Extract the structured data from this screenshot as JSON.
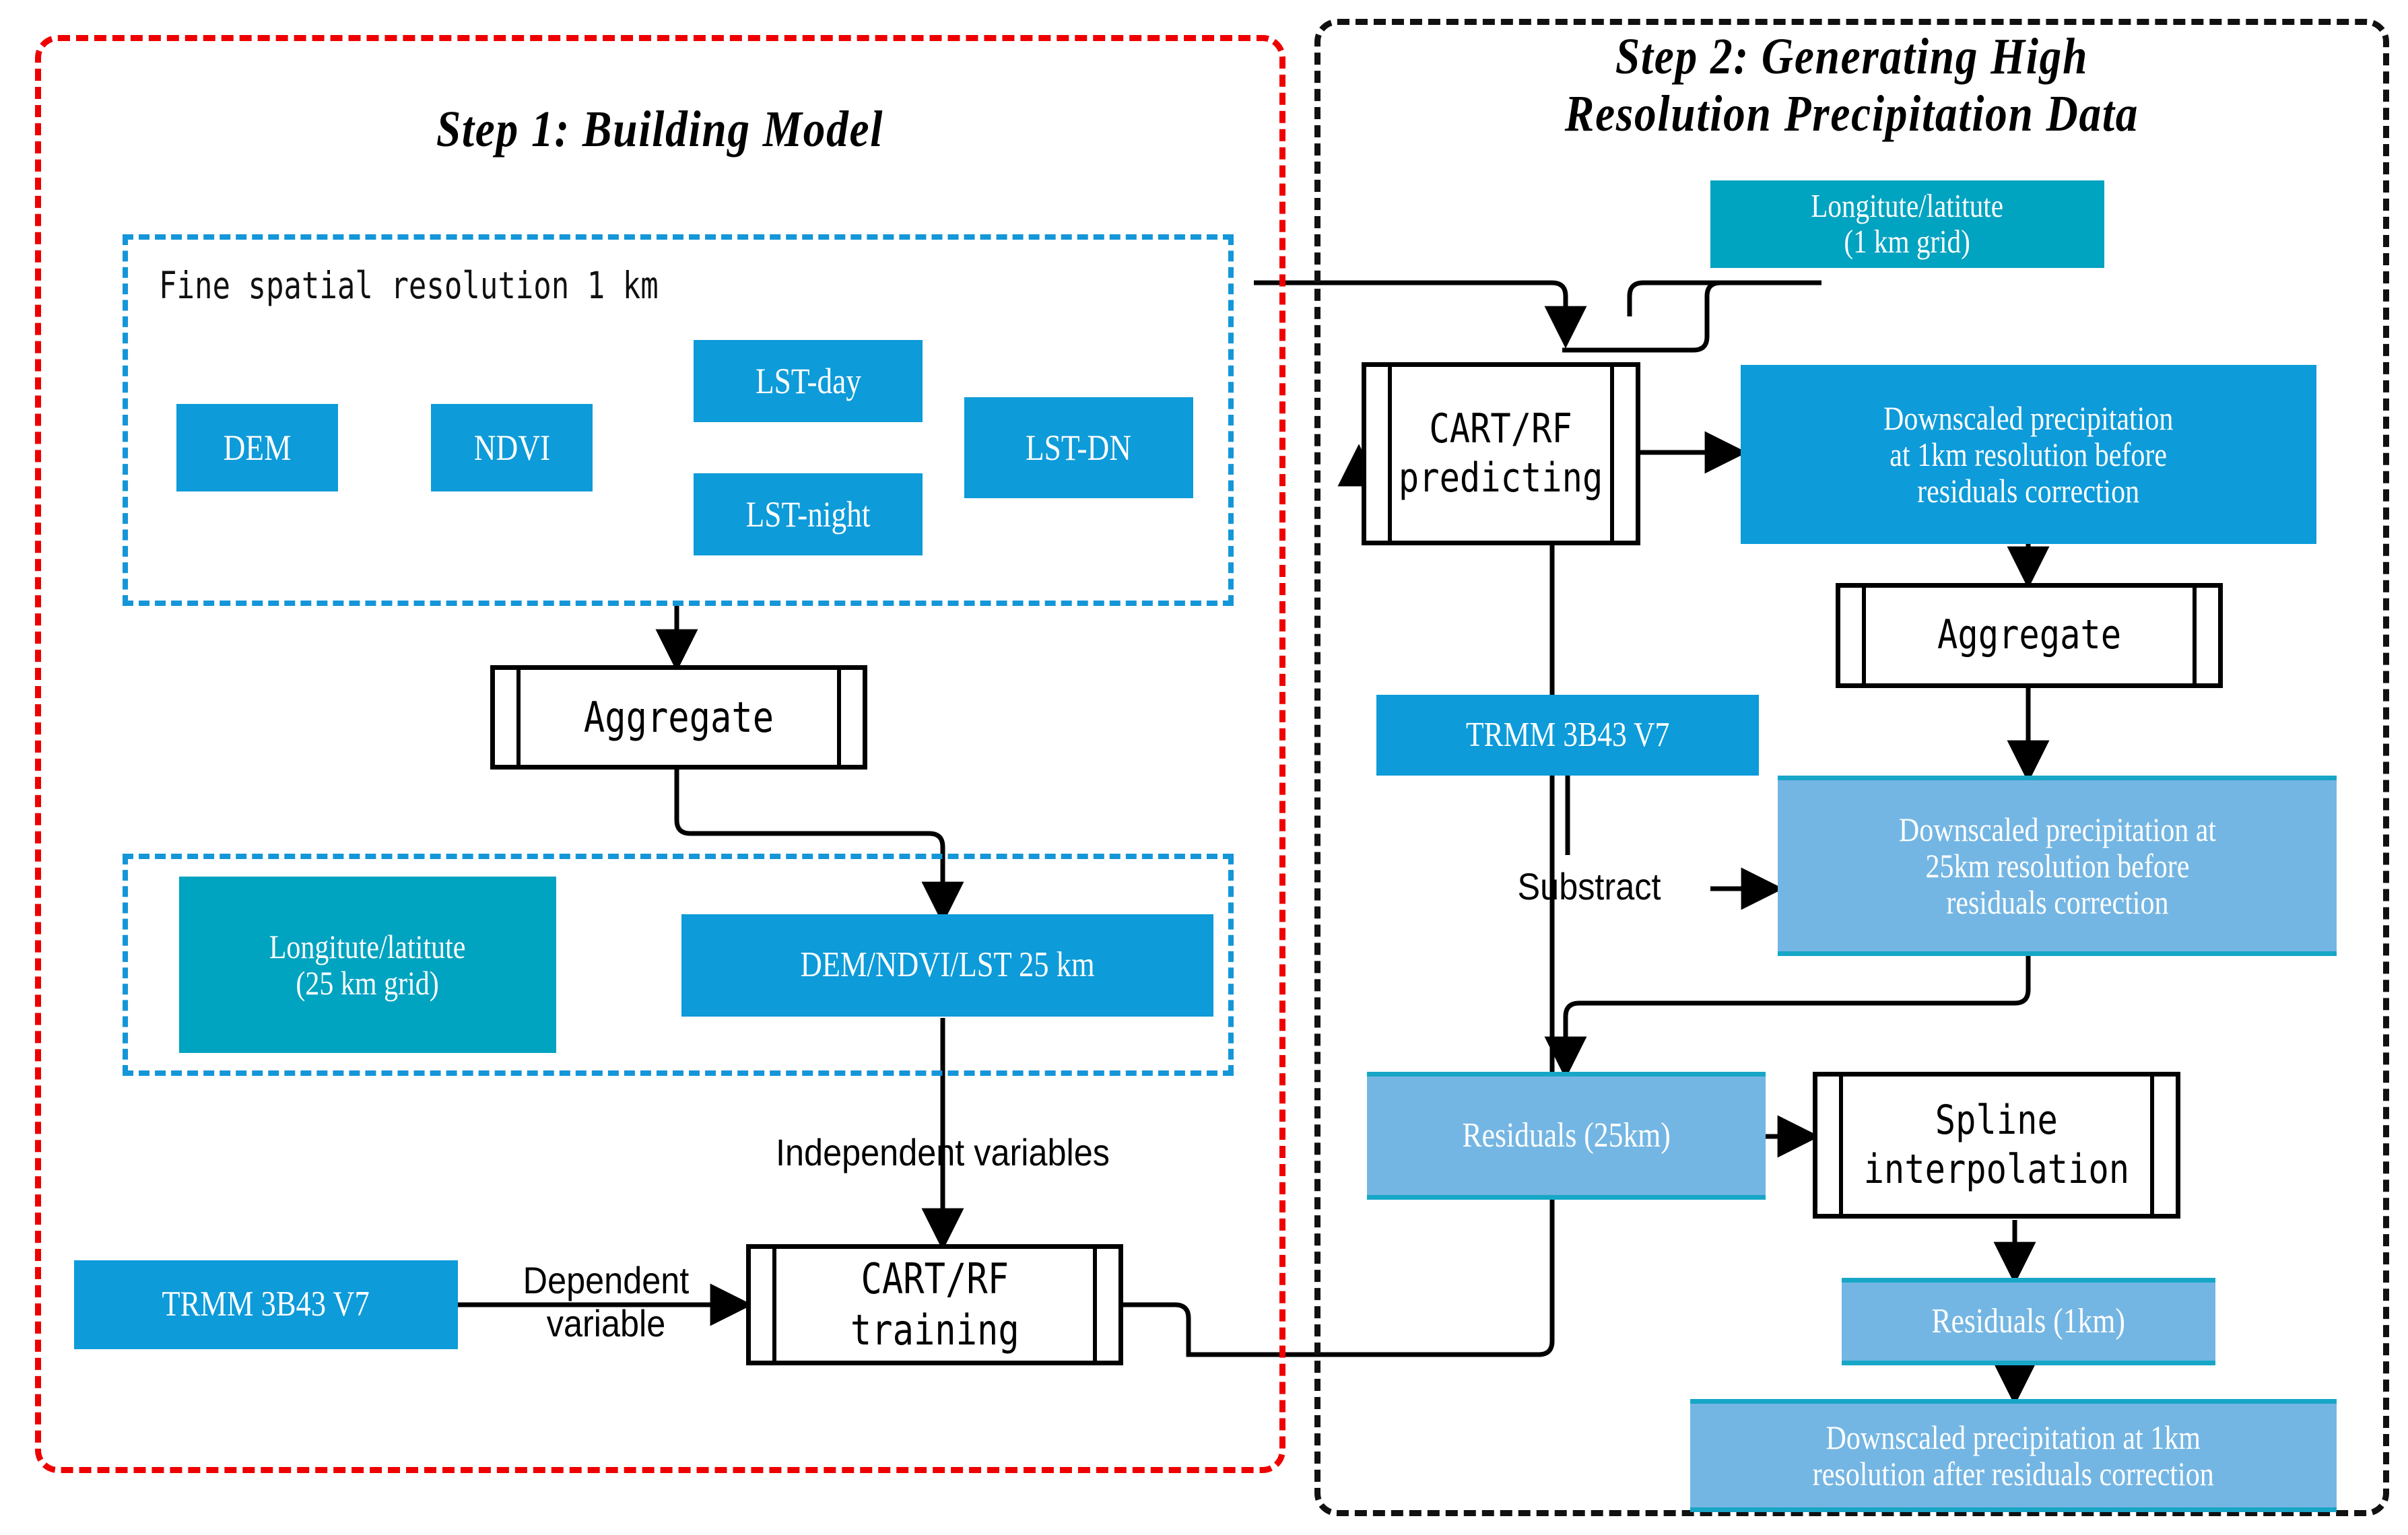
{
  "panels": {
    "step1": {
      "title": "Step 1: Building Model",
      "border_color": "#ee0000"
    },
    "step2": {
      "title": "Step 2: Generating High\nResolution Precipitation Data",
      "border_color": "#111111"
    }
  },
  "groups": {
    "fine": {
      "label": "Fine spatial resolution 1 km",
      "border_color": "#1496d8"
    },
    "coarse": {
      "label": "",
      "border_color": "#1496d8"
    }
  },
  "colors": {
    "blue": "#0d9BD9",
    "teal": "#00A3C0",
    "light_blue": "#74B6E3",
    "light_blue_border": "#17A6C6",
    "red_dashdot": "#ee0000",
    "black_dashdot": "#111111"
  },
  "step1": {
    "predictors": [
      {
        "label": "DEM"
      },
      {
        "label": "NDVI"
      },
      {
        "label": "LST-day"
      },
      {
        "label": "LST-night"
      },
      {
        "label": "LST-DN"
      }
    ],
    "aggregate": "Aggregate",
    "lonlat_25km": "Longitute/latitute\n(25 km grid)",
    "dem_ndvi_lst_25km": "DEM/NDVI/LST 25 km",
    "independent_variables_label": "Independent variables",
    "trmm": "TRMM 3B43 V7",
    "dependent_variable_label": "Dependent\nvariable",
    "cart_rf_training": "CART/RF\ntraining"
  },
  "step2": {
    "lonlat_1km": "Longitute/latitute\n(1 km grid)",
    "cart_rf_predicting": "CART/RF\npredicting",
    "downscaled_1km_before": "Downscaled precipitation\nat 1km resolution before\nresiduals correction",
    "aggregate": "Aggregate",
    "trmm": "TRMM 3B43 V7",
    "substract_label": "Substract",
    "downscaled_25km_before": "Downscaled precipitation at\n25km resolution before\nresiduals correction",
    "residuals_25km": "Residuals (25km)",
    "spline_interpolation": "Spline\ninterpolation",
    "residuals_1km": "Residuals (1km)",
    "downscaled_1km_after": "Downscaled precipitation at 1km\nresolution after residuals correction"
  }
}
